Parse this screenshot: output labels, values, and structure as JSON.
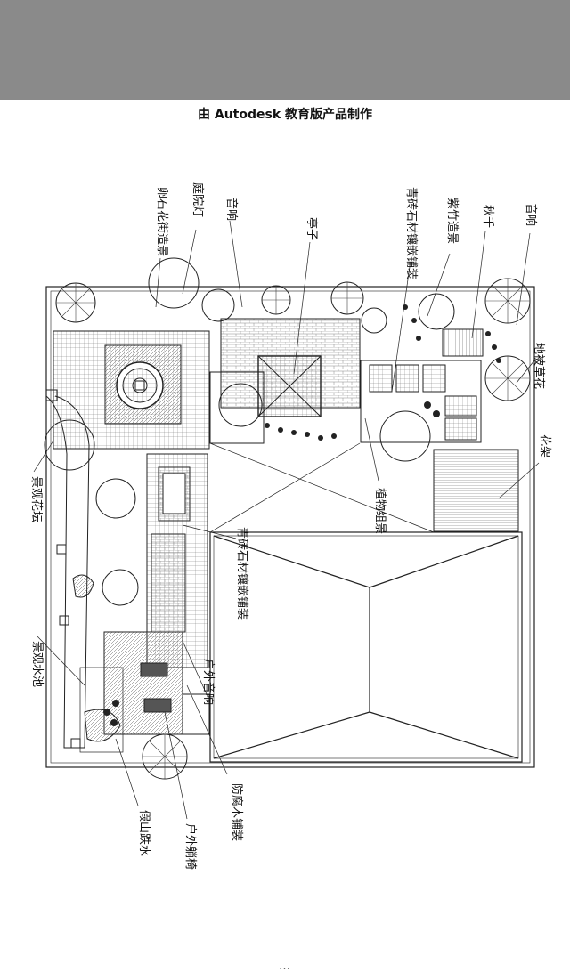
{
  "header": {
    "watermark": "由 Autodesk 教育版产品制作"
  },
  "labels": {
    "courtyard_lamp": "庭院灯",
    "pebble_path": "卵石花街造景",
    "speaker_top": "音响",
    "pavilion": "亭子",
    "brick_paving_top": "青砖石材镶嵌铺装",
    "purple_bamboo": "紫竹造景",
    "swing": "秋千",
    "speaker_right": "音响",
    "groundcover": "地被草花",
    "flower_rack": "花架",
    "plant_group": "植物组景",
    "brick_paving_mid": "青砖石材镶嵌铺装",
    "outdoor_speaker": "户外音响",
    "wood_deck": "防腐木铺装",
    "lounge_chair": "户外躺椅",
    "rockery": "假山跌水",
    "landscape_pool": "景观水池",
    "flower_bed": "景观花坛"
  },
  "footer": {
    "text": "…"
  }
}
